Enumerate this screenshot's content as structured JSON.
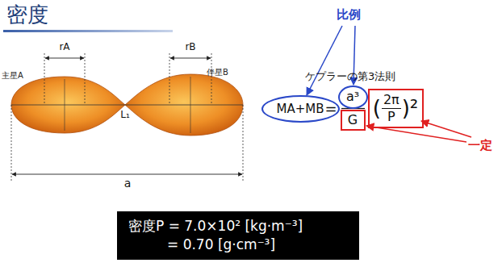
{
  "diagram": {
    "title": "密度",
    "nodes": [
      {
        "text": [
          "MA+MB"
        ]
      },
      {
        "text": [
          "a³"
        ]
      },
      {
        "text": [
          "G"
        ]
      },
      {
        "text": [
          "(",
          "2π",
          "P",
          ")²"
        ]
      },
      {
        "text": [
          "密度P = 7.0×10² [kg·m⁻³]",
          "= 0.70 [g·cm⁻³]"
        ]
      }
    ],
    "labels": [
      "主星A",
      "伴星B",
      "rA",
      "rB",
      "L₁",
      "a",
      "ケプラーの第3法則",
      "=",
      "比例",
      "一定"
    ]
  }
}
